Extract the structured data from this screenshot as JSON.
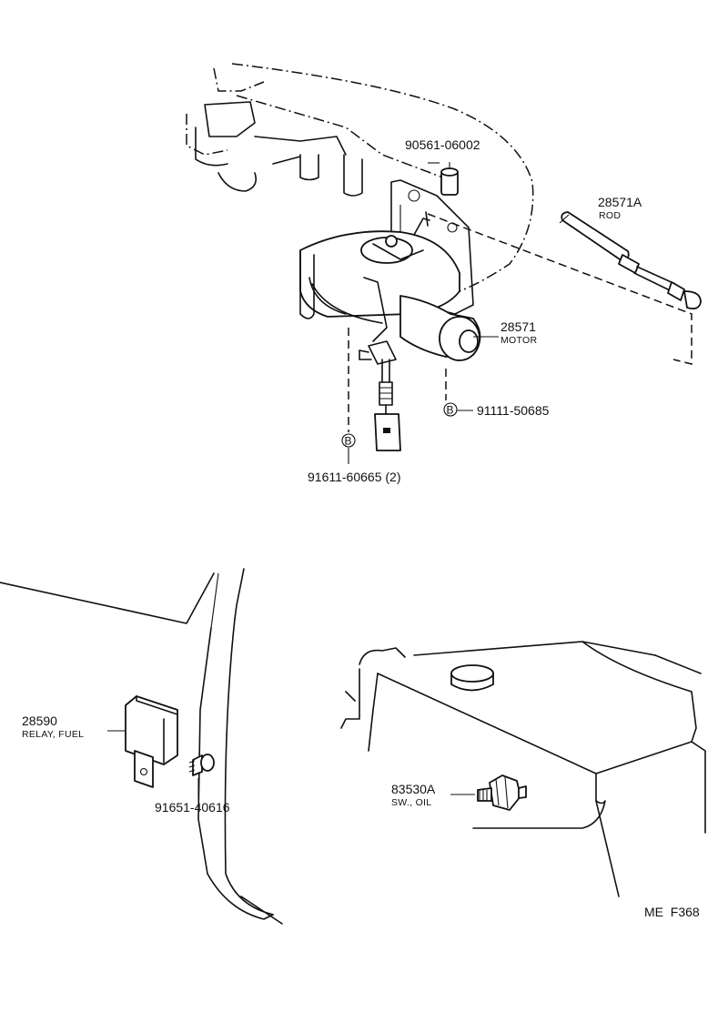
{
  "parts": {
    "bolt_90561": {
      "number": "90561-06002"
    },
    "rod": {
      "number": "28571A",
      "description": "ROD"
    },
    "motor": {
      "number": "28571",
      "description": "MOTOR"
    },
    "bolt_91111": {
      "number": "91111-50685",
      "marker": "B"
    },
    "bolt_91611": {
      "number": "91611-60665 (2)",
      "marker": "B"
    },
    "relay": {
      "number": "28590",
      "description": "RELAY, FUEL"
    },
    "screw_91651": {
      "number": "91651-40616"
    },
    "oil_switch": {
      "number": "83530A",
      "description": "SW., OIL"
    }
  },
  "figure_code": "ME  F368"
}
